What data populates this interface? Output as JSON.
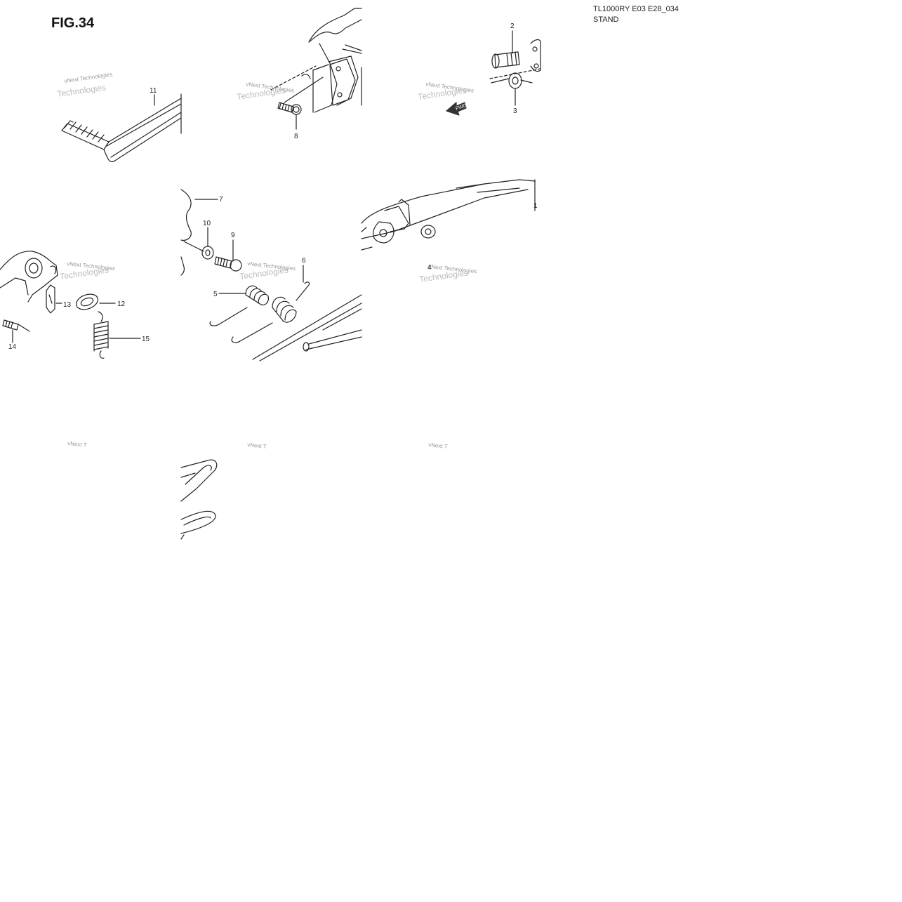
{
  "header": {
    "figure": "FIG.34",
    "model_code": "TL1000RY E03 E28_034",
    "section": "STAND"
  },
  "watermark": {
    "line1": "vNext Technologies",
    "line1_short": "vNext T",
    "line2": "Technologies"
  },
  "fwd_label": "FWD",
  "parts": [
    {
      "id": "part-1",
      "number": "1"
    },
    {
      "id": "part-2",
      "number": "2"
    },
    {
      "id": "part-3",
      "number": "3"
    },
    {
      "id": "part-4",
      "number": "4"
    },
    {
      "id": "part-5",
      "number": "5"
    },
    {
      "id": "part-6",
      "number": "6"
    },
    {
      "id": "part-7",
      "number": "7"
    },
    {
      "id": "part-8",
      "number": "8"
    },
    {
      "id": "part-9",
      "number": "9"
    },
    {
      "id": "part-10",
      "number": "10"
    },
    {
      "id": "part-11",
      "number": "11"
    },
    {
      "id": "part-12",
      "number": "12"
    },
    {
      "id": "part-13",
      "number": "13"
    },
    {
      "id": "part-14",
      "number": "14"
    },
    {
      "id": "part-15",
      "number": "15"
    }
  ],
  "colors": {
    "line": "#222222",
    "watermark": "#9a9a9a",
    "background": "#ffffff"
  }
}
